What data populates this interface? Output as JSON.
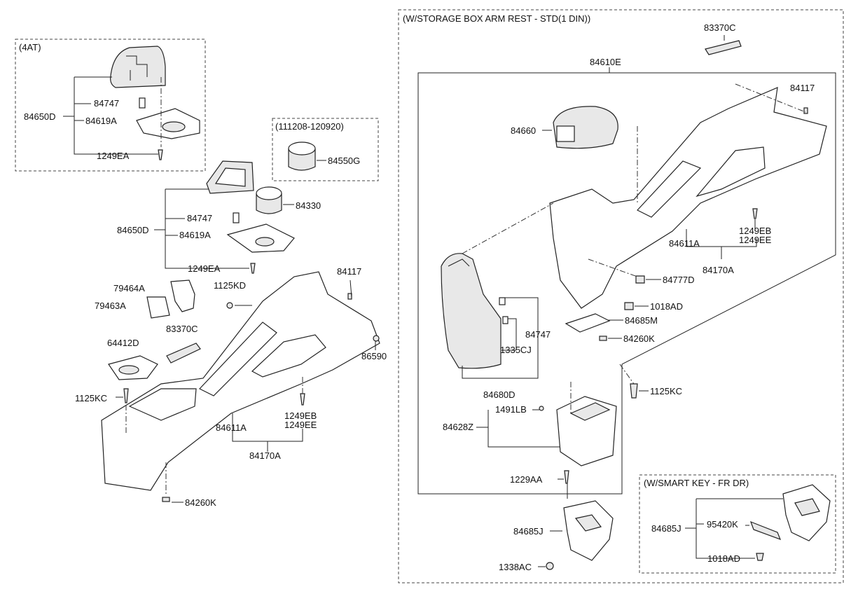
{
  "sections": {
    "4at": "(4AT)",
    "date_range": "(111208-120920)",
    "storage_box": "(W/STORAGE BOX ARM REST - STD(1 DIN))",
    "smart_key": "(W/SMART KEY - FR DR)"
  },
  "labels": {
    "a_84747": "84747",
    "a_84650D": "84650D",
    "a_84619A": "84619A",
    "a_1249EA": "1249EA",
    "b_84550G": "84550G",
    "c_84330": "84330",
    "c_84747": "84747",
    "c_84650D": "84650D",
    "c_84619A": "84619A",
    "c_1249EA": "1249EA",
    "d_84117": "84117",
    "d_1125KD": "1125KD",
    "d_79464A": "79464A",
    "d_79463A": "79463A",
    "d_83370C": "83370C",
    "d_64412D": "64412D",
    "d_86590": "86590",
    "d_1125KC": "1125KC",
    "d_1249EB": "1249EB",
    "d_1249EE": "1249EE",
    "d_84611A": "84611A",
    "d_84170A": "84170A",
    "d_84260K": "84260K",
    "e_83370C": "83370C",
    "e_84610E": "84610E",
    "e_84117": "84117",
    "e_84660": "84660",
    "e_1249EB": "1249EB",
    "e_1249EE": "1249EE",
    "e_84611A": "84611A",
    "e_84170A": "84170A",
    "e_84777D": "84777D",
    "e_1018AD": "1018AD",
    "e_84685M": "84685M",
    "e_84747": "84747",
    "e_84260K": "84260K",
    "e_1335CJ": "1335CJ",
    "e_84680D": "84680D",
    "e_1125KC": "1125KC",
    "e_1491LB": "1491LB",
    "e_84628Z": "84628Z",
    "e_1229AA": "1229AA",
    "e_84685J": "84685J",
    "e_1338AC": "1338AC",
    "f_84685J": "84685J",
    "f_95420K": "95420K",
    "f_1018AD": "1018AD"
  }
}
